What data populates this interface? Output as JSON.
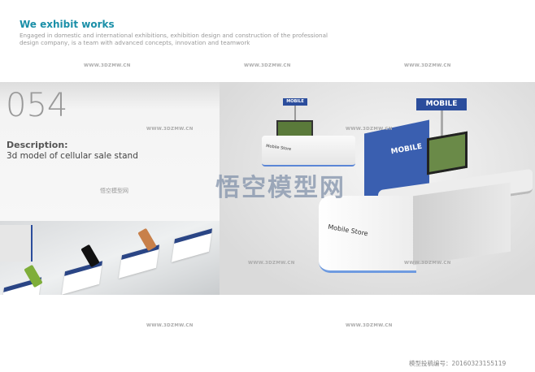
{
  "header": {
    "title": "We exhibit works",
    "subtitle": "Engaged in domestic and international exhibitions, exhibition design and construction of the professional design company, is a team with advanced concepts, innovation and teamwork"
  },
  "watermark": {
    "url": "WWW.3DZMW.CN",
    "site_cn": "悟空模型网"
  },
  "panel": {
    "number": "054",
    "desc_heading": "Description:",
    "desc_text": "3d model of cellular sale stand"
  },
  "render": {
    "sign_small": "MOBILE",
    "sign_top": "MOBILE",
    "sign_front": "MOBILE",
    "counter_small": "Mobile Store",
    "counter_front": "Mobile Store"
  },
  "footer": {
    "id_text": "模型投稿编号：20160323155119"
  },
  "colors": {
    "accent": "#1a8fa8",
    "brand_blue": "#2b4d9c"
  }
}
